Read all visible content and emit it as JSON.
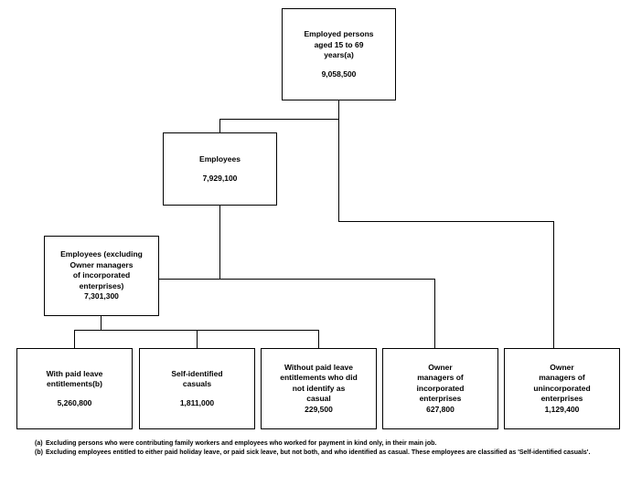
{
  "diagram": {
    "type": "hierarchy-flowchart",
    "nodes": {
      "employed_persons": {
        "title": "Employed persons\naged 15 to 69\nyears(a)",
        "value": "9,058,500"
      },
      "employees": {
        "title": "Employees",
        "value": "7,929,100"
      },
      "employees_excluding": {
        "title": "Employees (excluding\nOwner managers\nof incorporated\nenterprises)",
        "value": "7,301,300"
      },
      "with_paid_leave": {
        "title": "With paid leave\nentitlements(b)",
        "value": "5,260,800"
      },
      "self_identified_casuals": {
        "title": "Self-identified\ncasuals",
        "value": "1,811,000"
      },
      "without_paid_leave": {
        "title": "Without paid leave\nentitlements who did\nnot identify as\ncasual",
        "value": "229,500"
      },
      "owner_managers_incorporated": {
        "title": "Owner\nmanagers of\nincorporated\nenterprises",
        "value": "627,800"
      },
      "owner_managers_unincorporated": {
        "title": "Owner\nmanagers of\nunincorporated\nenterprises",
        "value": "1,129,400"
      }
    }
  },
  "footnotes": [
    {
      "marker": "(a)",
      "text": "Excluding persons who were contributing family workers and employees who worked for payment in kind only, in their main job."
    },
    {
      "marker": "(b)",
      "text": "Excluding employees entitled to either paid holiday leave, or paid sick leave, but not both, and who identified as casual. These employees are classified as 'Self-identified casuals'."
    }
  ]
}
